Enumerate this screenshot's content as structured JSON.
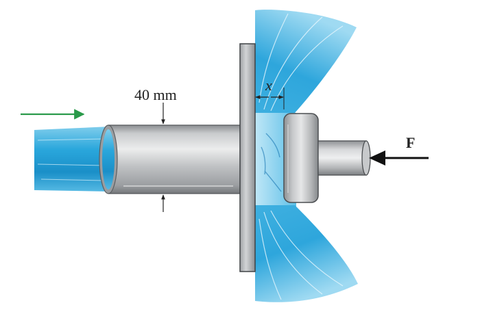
{
  "labels": {
    "diameter": "40 mm",
    "gap": "x",
    "force": "F"
  },
  "colors": {
    "water_light": "#8fd3ef",
    "water_mid": "#2aa7dc",
    "water_dark": "#1176b4",
    "metal_light": "#e8e9ea",
    "metal_mid": "#b9bbbd",
    "metal_dark": "#7d8083",
    "flow_arrow": "#2a9a4a",
    "force_arrow": "#111111"
  },
  "icons": {
    "flow_direction": "arrow-right-icon",
    "force_direction": "arrow-left-icon"
  }
}
